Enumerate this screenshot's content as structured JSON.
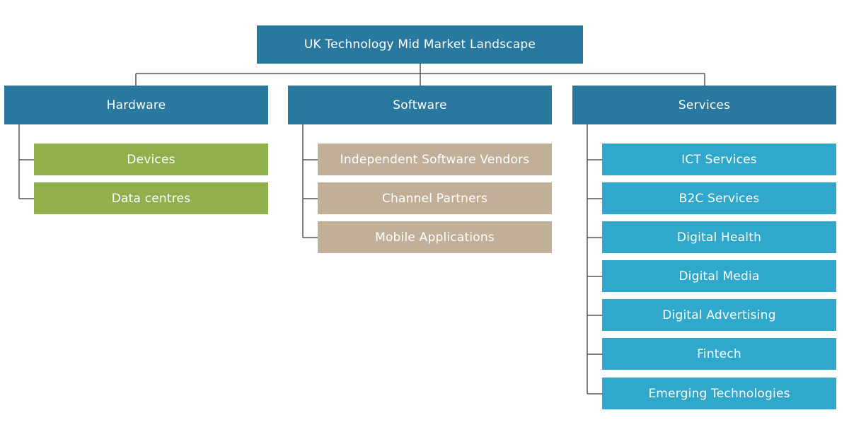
{
  "diagram": {
    "root": "UK Technology Mid Market Landscape",
    "categories": [
      {
        "label": "Hardware",
        "color": "#8fb04c",
        "items": [
          "Devices",
          "Data centres"
        ]
      },
      {
        "label": "Software",
        "color": "#c2af98",
        "items": [
          "Independent Software Vendors",
          "Channel Partners",
          "Mobile Applications"
        ]
      },
      {
        "label": "Services",
        "color": "#30a8cc",
        "items": [
          "ICT Services",
          "B2C Services",
          "Digital Health",
          "Digital Media",
          "Digital Advertising",
          "Fintech",
          "Emerging Technologies"
        ]
      }
    ],
    "colors": {
      "header": "#2878a0",
      "connector": "#555555"
    }
  }
}
